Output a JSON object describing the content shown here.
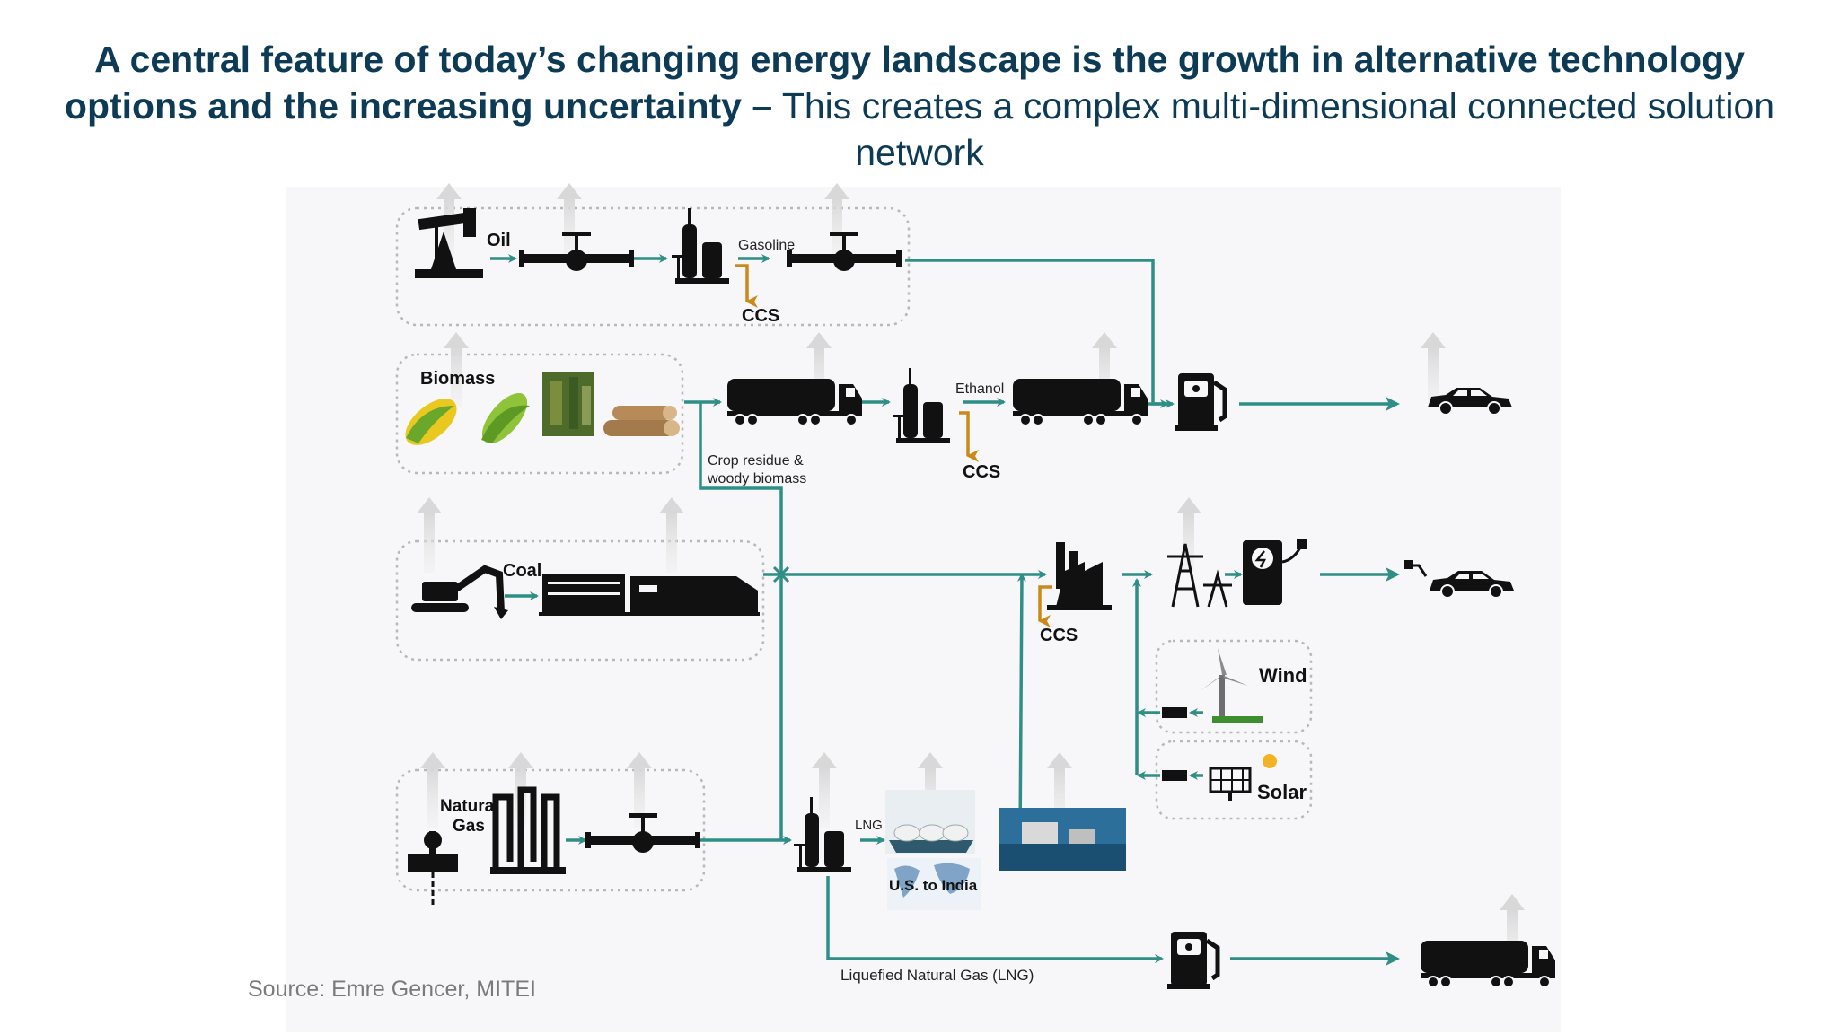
{
  "title": {
    "line_bold": "A central feature of today’s changing energy landscape is the growth in alternative technology options and the increasing uncertainty –",
    "line_regular": "This creates a complex multi-dimensional connected solution network"
  },
  "diagram": {
    "oil": "Oil",
    "gasoline": "Gasoline",
    "ccs": "CCS",
    "biomass": "Biomass",
    "ethanol": "Ethanol",
    "crop_residue_1": "Crop residue &",
    "crop_residue_2": "woody biomass",
    "coal": "Coal",
    "wind": "Wind",
    "solar": "Solar",
    "natural_gas_1": "Natural",
    "natural_gas_2": "Gas",
    "lng": "LNG",
    "us_to_india": "U.S. to India",
    "lng_full": "Liquefied Natural Gas (LNG)"
  },
  "source": "Source: Emre Gencer, MITEI",
  "colors": {
    "title": "#0d3b56",
    "flow_arrow": "#2f8f86",
    "ccs_arrow": "#c98a1a",
    "emission_arrow": "#dcdcdc",
    "dotted_box": "#b8b8b8"
  }
}
